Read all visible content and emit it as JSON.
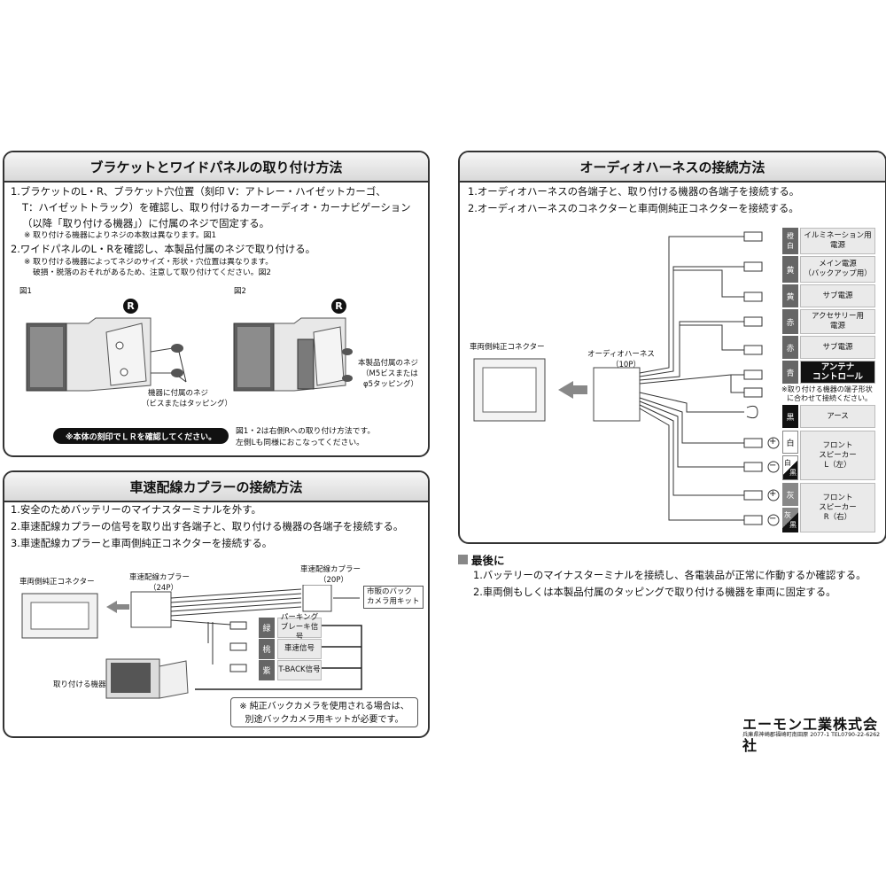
{
  "bracket": {
    "title": "ブラケットとワイドパネルの取り付け方法",
    "step1_line1": "1.ブラケットのL・R、ブラケット穴位置（刻印 V：アトレー・ハイゼットカーゴ、",
    "step1_line2": "T：ハイゼットトラック）を確認し、取り付けるカーオーディオ・カーナビゲーション",
    "step1_line3": "（以降「取り付ける機器」）に付属のネジで固定する。",
    "step1_note": "※ 取り付ける機器によりネジの本数は異なります。図1",
    "step2_line1": "2.ワイドパネルのL・Rを確認し、本製品付属のネジで取り付ける。",
    "step2_note1": "※ 取り付ける機器によってネジのサイズ・形状・穴位置は異なります。",
    "step2_note2": "破損・脱落のおそれがあるため、注意して取り付けてください。図2",
    "fig1": "図1",
    "fig2": "図2",
    "r_mark": "R",
    "screw_label1": "機器に付属のネジ",
    "screw_label2": "（ビスまたはタッピング）",
    "included_screw1": "本製品付属のネジ",
    "included_screw2": "（M5ビスまたは",
    "included_screw3": "φ5タッピング）",
    "warning": "※本体の刻印でＬＲを確認してください。",
    "fig_note1": "図1・2は右側Rへの取り付け方法です。",
    "fig_note2": "左側Lも同様におこなってください。"
  },
  "speed": {
    "title": "車速配線カプラーの接続方法",
    "step1": "1.安全のためバッテリーのマイナスターミナルを外す。",
    "step2": "2.車速配線カプラーの信号を取り出す各端子と、取り付ける機器の各端子を接続する。",
    "step3": "3.車速配線カプラーと車両側純正コネクターを接続する。",
    "vehicle_connector": "車両側純正コネクター",
    "coupler24": "車速配線カプラー",
    "coupler24_p": "（24P）",
    "coupler20": "車速配線カプラー",
    "coupler20_p": "（20P）",
    "kit1": "市販のバック",
    "kit2": "カメラ用キット",
    "device": "取り付ける機器",
    "wires": [
      {
        "color": "緑",
        "signal1": "パーキング",
        "signal2": "ブレーキ信号"
      },
      {
        "color": "桃",
        "signal1": "車速信号",
        "signal2": ""
      },
      {
        "color": "紫",
        "signal1": "T-BACK信号",
        "signal2": ""
      }
    ],
    "camera_note1": "※ 純正バックカメラを使用される場合は、",
    "camera_note2": "別途バックカメラ用キットが必要です。"
  },
  "audio": {
    "title": "オーディオハーネスの接続方法",
    "step1": "1.オーディオハーネスの各端子と、取り付ける機器の各端子を接続する。",
    "step2": "2.オーディオハーネスのコネクターと車両側純正コネクターを接続する。",
    "vehicle_connector": "車両側純正コネクター",
    "harness": "オーディオハーネス",
    "harness_p": "（10P）",
    "rows": [
      {
        "c": "橙",
        "c2": "白",
        "l1": "イルミネーション用",
        "l2": "電源"
      },
      {
        "c": "黄",
        "c2": "",
        "l1": "メイン電源",
        "l2": "（バックアップ用）"
      },
      {
        "c": "黄",
        "c2": "",
        "l1": "サブ電源",
        "l2": ""
      },
      {
        "c": "赤",
        "c2": "",
        "l1": "アクセサリー用",
        "l2": "電源"
      },
      {
        "c": "赤",
        "c2": "",
        "l1": "サブ電源",
        "l2": ""
      },
      {
        "c": "青",
        "c2": "",
        "l1": "アンテナ",
        "l2": "コントロール"
      }
    ],
    "terminal_note1": "※取り付ける機器の端子形状",
    "terminal_note2": "に合わせて接続ください。",
    "ground_color": "黒",
    "ground_label": "アース",
    "front_l_c1": "白",
    "front_l_c2a": "白",
    "front_l_c2b": "黒",
    "front_l_1": "フロント",
    "front_l_2": "スピーカー",
    "front_l_3": "L（左）",
    "front_r_c1": "灰",
    "front_r_c2a": "灰",
    "front_r_c2b": "黒",
    "front_r_1": "フロント",
    "front_r_2": "スピーカー",
    "front_r_3": "R（右）",
    "plus": "+",
    "minus": "−"
  },
  "final": {
    "heading": "最後に",
    "step1": "1.バッテリーのマイナスターミナルを接続し、各電装品が正常に作動するか確認する。",
    "step2": "2.車両側もしくは本製品付属のタッピングで取り付ける機器を車両に固定する。"
  },
  "company": {
    "name": "エーモン工業株式会社",
    "address": "兵庫県神崎郡福崎町南田原 2077-1  TEL0790-22-6262"
  }
}
